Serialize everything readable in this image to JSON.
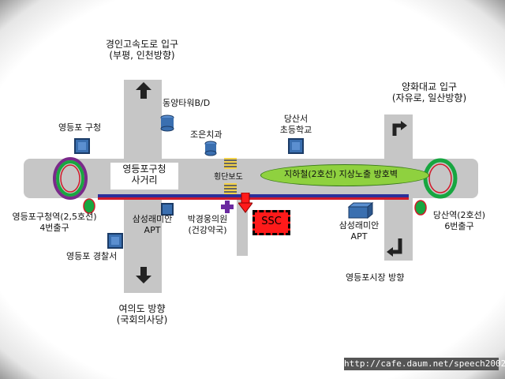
{
  "labels": {
    "expressway_entrance": [
      "경인고속도로 입구",
      "(부평, 인천방향)"
    ],
    "bridge_entrance": [
      "양화대교 입구",
      "(자유로, 일산방향)"
    ],
    "gu_office": "영등포 구청",
    "dongyang_tower": "동양타워B/D",
    "joeun_dental": "조은치과",
    "dangsan_school": [
      "당산서",
      "초등학교"
    ],
    "intersection": [
      "영등포구청",
      "사거리"
    ],
    "crosswalk": "횡단보도",
    "subway_wall": "지하철(2호선) 지상노출 방호벽",
    "station_left": [
      "영등포구청역(2,5호선)",
      "4번출구"
    ],
    "station_right": [
      "당산역(2호선)",
      "6번출구"
    ],
    "samsung_left": [
      "삼성래미안",
      "APT"
    ],
    "clinic": [
      "박경웅의원",
      "(건강약국)"
    ],
    "ssc": "SSC",
    "samsung_right": [
      "삼성래미안",
      "APT"
    ],
    "police": "영등포 경찰서",
    "market_direction": "영등포시장 방향",
    "yeouido_direction": [
      "여의도 방향",
      "(국회의사당)"
    ]
  },
  "footer": "http://cafe.daum.net/speech2002",
  "colors": {
    "road": "#c6c6c6",
    "subway_line": "#2b2f9a",
    "subway_line_red": "#d11a2a",
    "station_green": "#17a640",
    "ssc_red": "#ff1a1a",
    "wall_green": "#8fd13f",
    "building_blue": "#3a6fb0"
  },
  "icons": [
    "arrow-up-icon",
    "arrow-down-icon",
    "arrow-turn-right-icon",
    "arrow-turn-down-icon",
    "building-cube-icon",
    "cylinder-building-icon",
    "station-ring-icon",
    "marker-down-arrow-icon"
  ]
}
